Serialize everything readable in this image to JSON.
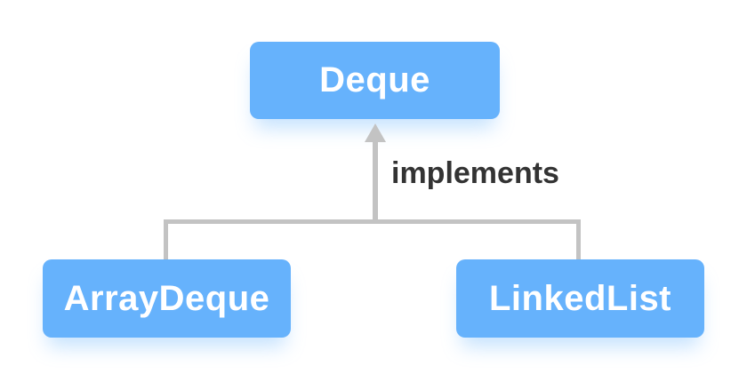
{
  "diagram": {
    "type": "class-hierarchy",
    "nodes": {
      "parent": {
        "label": "Deque"
      },
      "child_left": {
        "label": "ArrayDeque"
      },
      "child_right": {
        "label": "LinkedList"
      }
    },
    "edge": {
      "label": "implements",
      "from": [
        "ArrayDeque",
        "LinkedList"
      ],
      "to": "Deque",
      "arrow": "hollow-up-filled-triangle"
    },
    "colors": {
      "node_fill": "#66B2FC",
      "node_text": "#FFFFFF",
      "node_glow": "rgba(102,178,252,0.38)",
      "connector": "#C3C3C3",
      "edge_label_text": "#333333",
      "background": "#FFFFFF"
    }
  }
}
